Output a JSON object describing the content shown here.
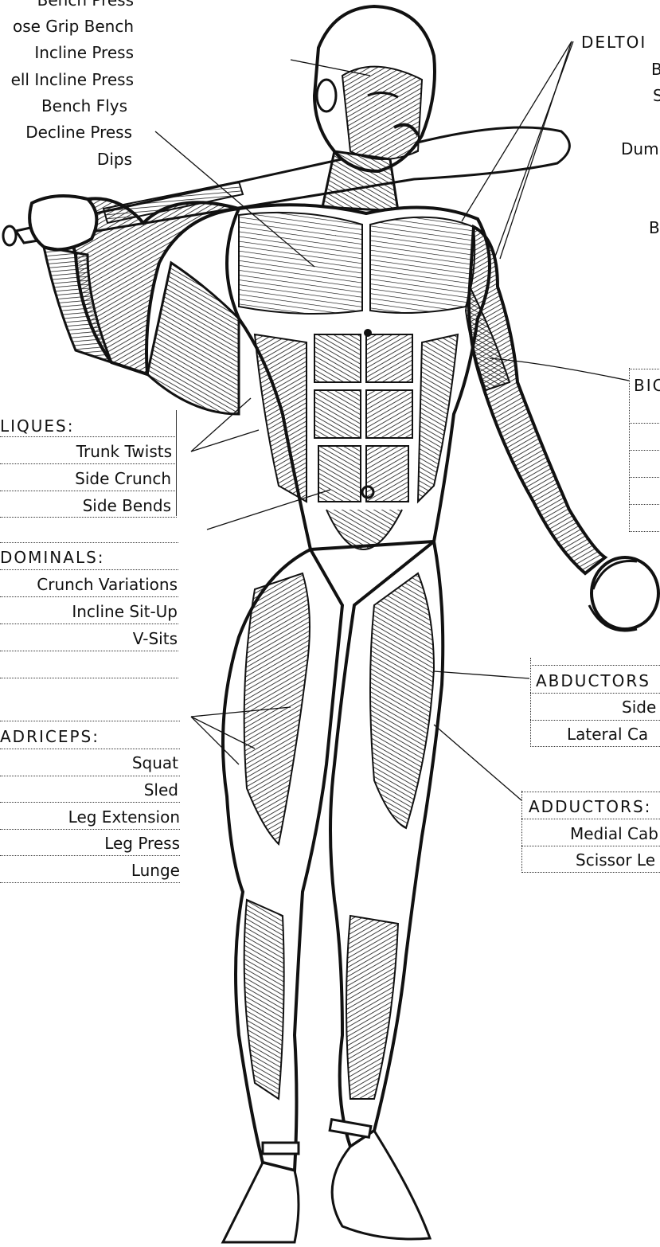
{
  "chest": {
    "exercises": [
      "Bench Press",
      "ose Grip Bench",
      "Incline Press",
      "ell Incline Press",
      "Bench Flys",
      "Decline Press",
      "Dips"
    ]
  },
  "deltoids": {
    "heading": "DELTOI",
    "exercises": [
      "B",
      "S",
      "Dum",
      "B"
    ]
  },
  "obliques": {
    "heading": "LIQUES:",
    "exercises": [
      "Trunk Twists",
      "Side Crunch",
      "Side Bends"
    ]
  },
  "abdominals": {
    "heading": "DOMINALS:",
    "exercises": [
      "Crunch Variations",
      "Incline Sit-Up",
      "V-Sits"
    ]
  },
  "biceps": {
    "heading": "BIC"
  },
  "quadriceps": {
    "heading": "ADRICEPS:",
    "exercises": [
      "Squat",
      "Sled",
      "Leg Extension",
      "Leg Press",
      "Lunge"
    ]
  },
  "abductors": {
    "heading": "ABDUCTORS",
    "exercises": [
      "Side",
      "Lateral Ca"
    ]
  },
  "adductors": {
    "heading": "ADDUCTORS:",
    "exercises": [
      "Medial Cab",
      "Scissor Le"
    ]
  },
  "colors": {
    "ink": "#111111",
    "paper": "#ffffff"
  }
}
